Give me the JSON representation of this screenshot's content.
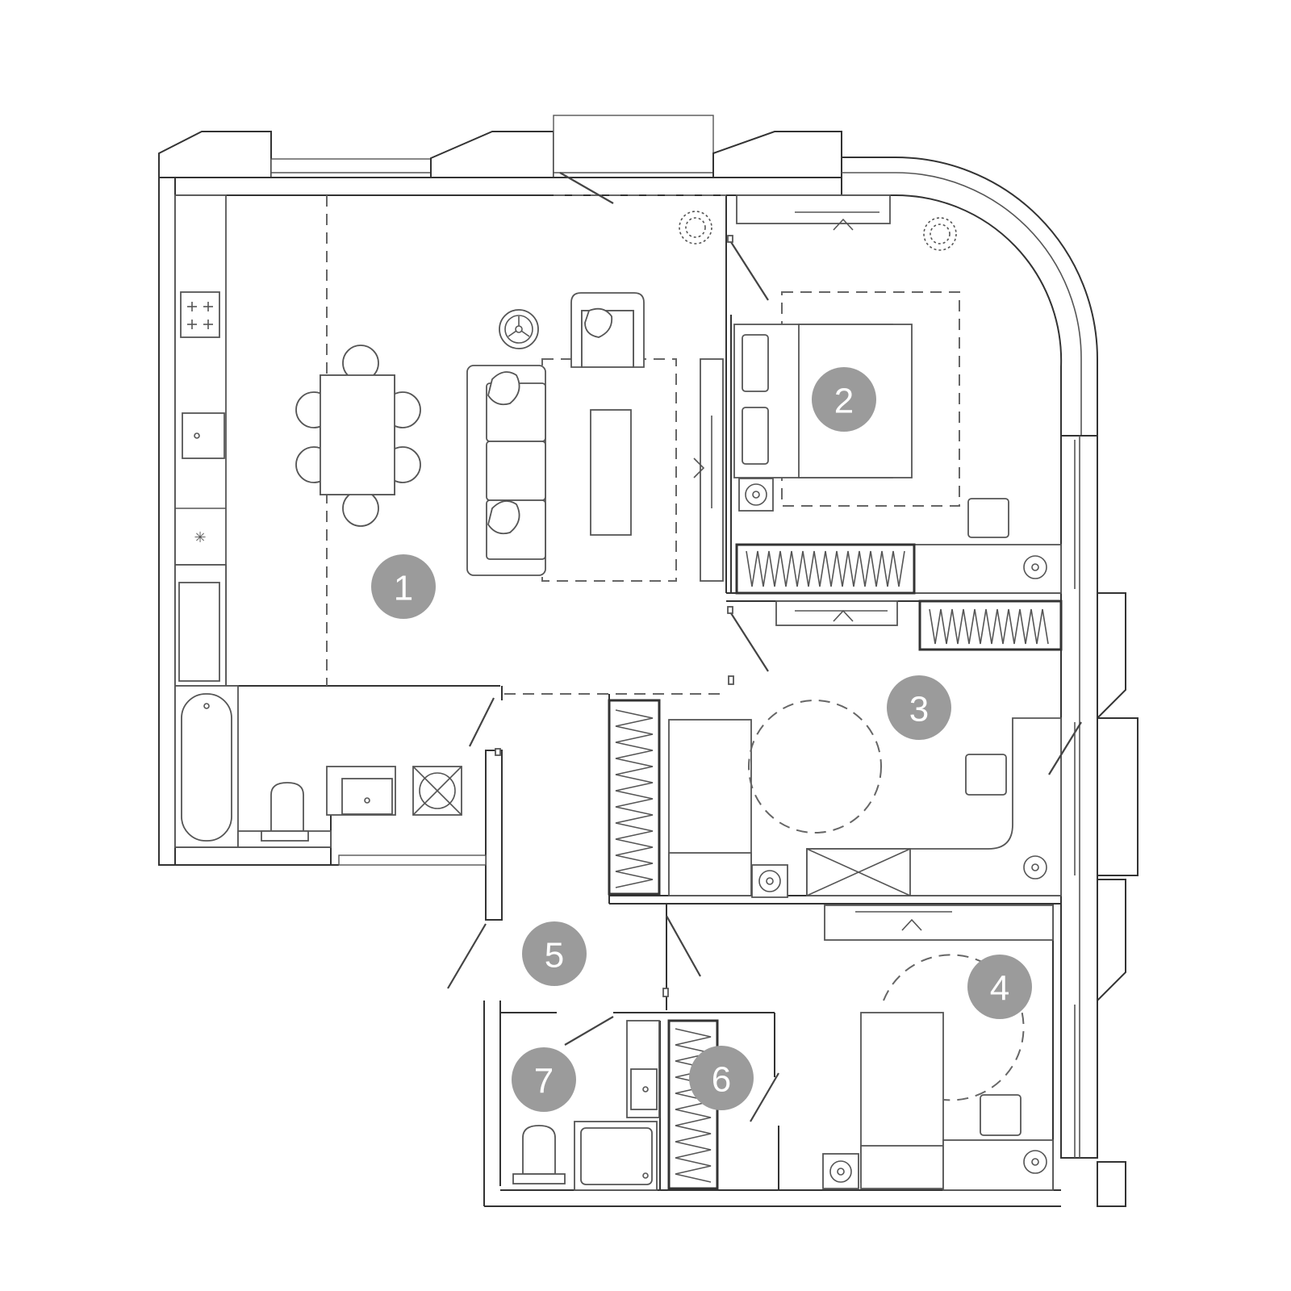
{
  "plan": {
    "accent_badge_color": "#9b9b9b",
    "line_color": "#333333",
    "rooms": [
      {
        "id": "room-1",
        "number": "1"
      },
      {
        "id": "room-2",
        "number": "2"
      },
      {
        "id": "room-3",
        "number": "3"
      },
      {
        "id": "room-4",
        "number": "4"
      },
      {
        "id": "room-5",
        "number": "5"
      },
      {
        "id": "room-6",
        "number": "6"
      },
      {
        "id": "room-7",
        "number": "7"
      }
    ],
    "fixtures": {
      "stove_icon": "stove-icon",
      "sink_icon": "sink-icon",
      "bathtub_icon": "bathtub-icon",
      "toilet_icon": "toilet-icon",
      "plant_icon": "plant-icon",
      "wardrobe_icon": "wardrobe-icon",
      "tv_icon": "tv-icon"
    }
  }
}
